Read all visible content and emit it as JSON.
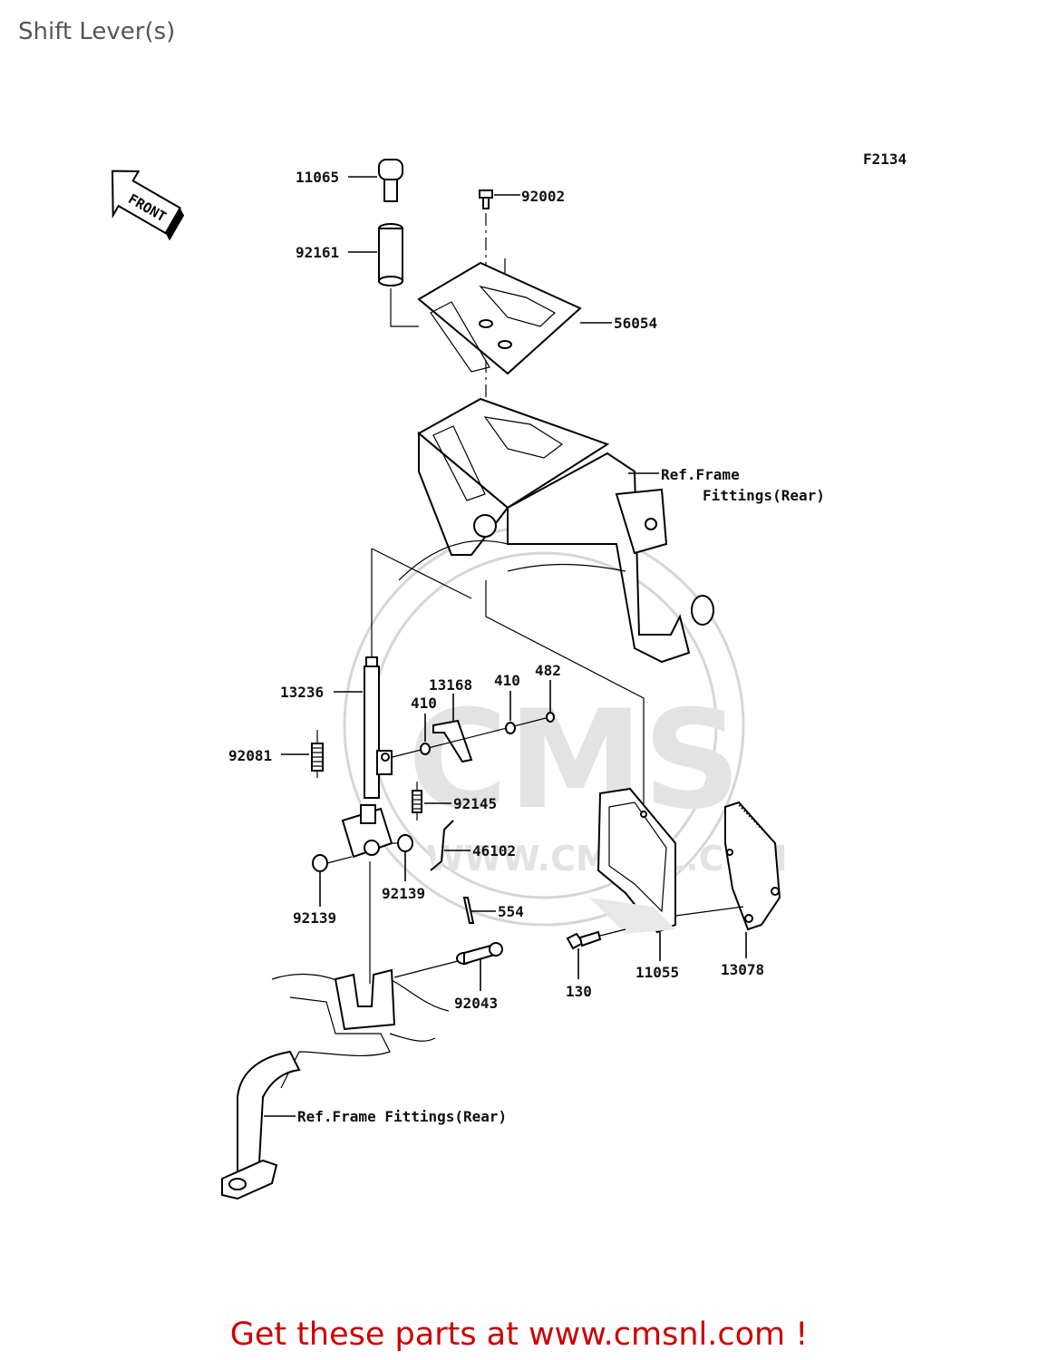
{
  "page": {
    "title": "Shift Lever(s)",
    "figure_code": "F2134"
  },
  "direction_badge": {
    "text": "FRONT"
  },
  "watermark": {
    "text": "CMS",
    "url": "WWW.CMSNL.COM"
  },
  "callouts": {
    "p11065": "11065",
    "p92002": "92002",
    "p92161": "92161",
    "p56054": "56054",
    "ref_frame_1": "Ref.Frame",
    "ref_frame_2": "Fittings(Rear)",
    "p13236": "13236",
    "p13168": "13168",
    "p410a": "410",
    "p410b": "410",
    "p482": "482",
    "p92081": "92081",
    "p92145": "92145",
    "p46102": "46102",
    "p92139a": "92139",
    "p92139b": "92139",
    "p554": "554",
    "p130": "130",
    "p11055": "11055",
    "p13078": "13078",
    "p92043": "92043",
    "ref_frame_bottom": "Ref.Frame Fittings(Rear)"
  },
  "footer": {
    "text": "Get these parts at www.cmsnl.com !",
    "color": "#cc0000"
  }
}
